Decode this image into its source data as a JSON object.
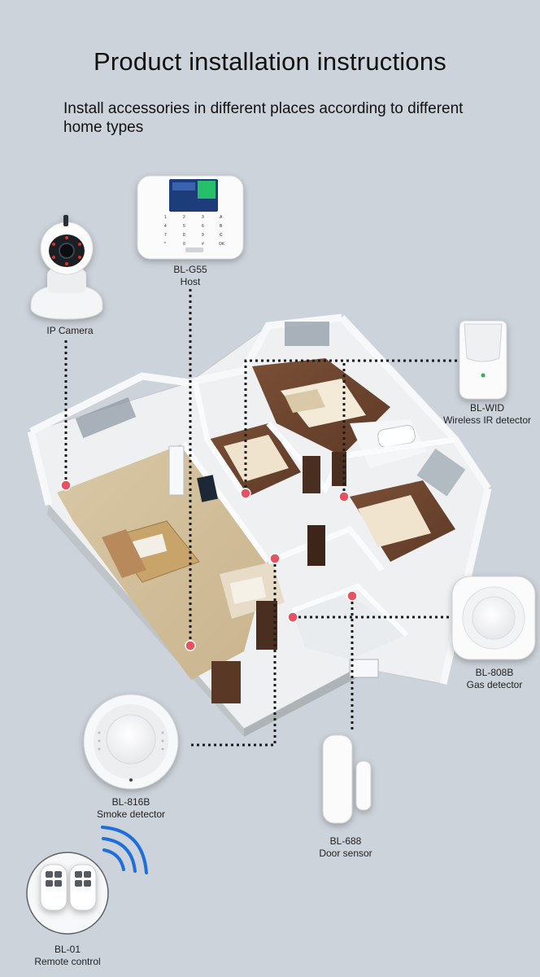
{
  "header": {
    "title": "Product installation instructions",
    "subtitle": "Install accessories in different places according to different home types"
  },
  "devices": {
    "host": {
      "model": "BL-G55",
      "name": "Host"
    },
    "camera": {
      "model": "",
      "name": "IP Camera"
    },
    "ir_detector": {
      "model": "BL-WID",
      "name": "Wireless IR detector"
    },
    "gas_detector": {
      "model": "BL-808B",
      "name": "Gas detector"
    },
    "smoke_detector": {
      "model": "BL-816B",
      "name": "Smoke detector"
    },
    "door_sensor": {
      "model": "BL-688",
      "name": "Door sensor"
    },
    "remote": {
      "model": "BL-01",
      "name": "Remote control"
    }
  },
  "colors": {
    "background": "#cdd3da",
    "marker": "#e8515f",
    "connector": "#1a1a1a",
    "signal": "#1e6fd9"
  }
}
